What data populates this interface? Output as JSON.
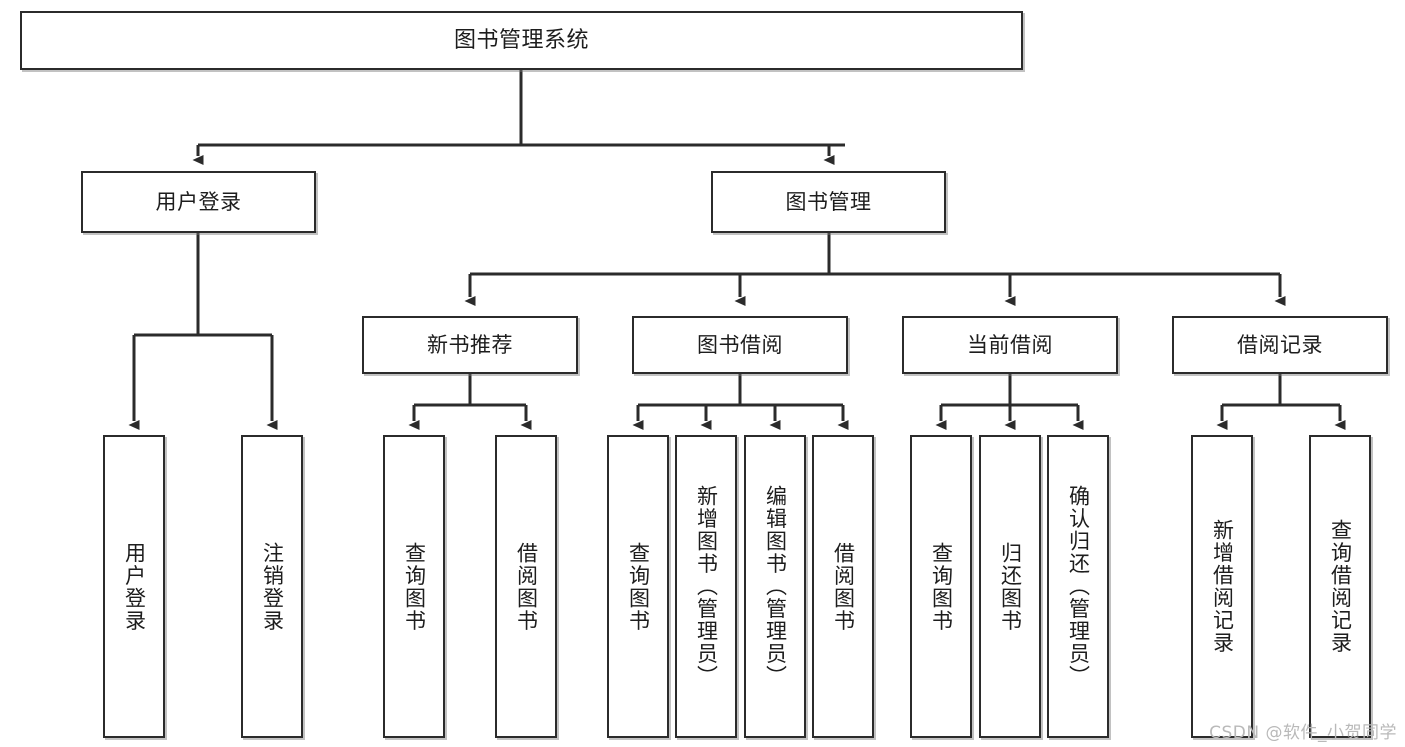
{
  "diagram": {
    "title": "图书管理系统",
    "type": "hierarchy-tree",
    "watermark": "CSDN @软件_小贺同学",
    "colors": {
      "border": "#2b2b2b",
      "background": "#ffffff",
      "text": "#1d1d1d",
      "connector": "#2b2b2b",
      "watermark": "#b9b9b9"
    },
    "levels": {
      "root": {
        "label": "图书管理系统"
      },
      "level2": [
        {
          "label": "用户登录"
        },
        {
          "label": "图书管理"
        }
      ],
      "level3": [
        {
          "label": "新书推荐"
        },
        {
          "label": "图书借阅"
        },
        {
          "label": "当前借阅"
        },
        {
          "label": "借阅记录"
        }
      ],
      "leaves": {
        "user_login": [
          {
            "label": "用户登录"
          },
          {
            "label": "注销登录"
          }
        ],
        "new_book_recommend": [
          {
            "label": "查询图书"
          },
          {
            "label": "借阅图书"
          }
        ],
        "book_borrow": [
          {
            "label": "查询图书"
          },
          {
            "label": "新增图书（管理员）"
          },
          {
            "label": "编辑图书（管理员）"
          },
          {
            "label": "借阅图书"
          }
        ],
        "current_borrow": [
          {
            "label": "查询图书"
          },
          {
            "label": "归还图书"
          },
          {
            "label": "确认归还（管理员）"
          }
        ],
        "borrow_record": [
          {
            "label": "新增借阅记录"
          },
          {
            "label": "查询借阅记录"
          }
        ]
      }
    }
  }
}
